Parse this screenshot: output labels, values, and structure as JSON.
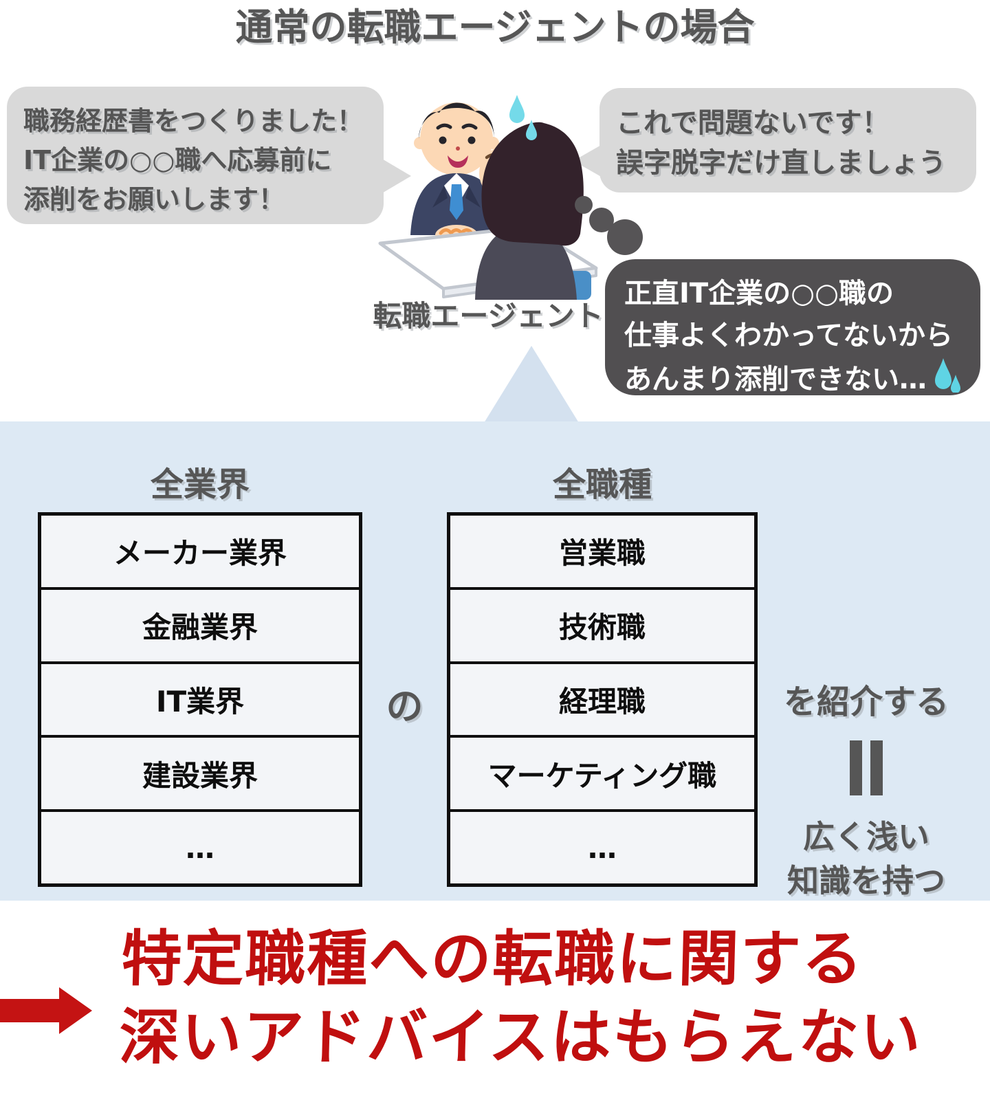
{
  "title": "通常の転職エージェントの場合",
  "scene": {
    "left_bubble": {
      "lines": [
        "職務経歴書をつくりました！",
        "IT企業の○○職へ応募前に",
        "添削をお願いします！"
      ]
    },
    "right_bubble": {
      "lines": [
        "これで問題ないです！",
        "誤字脱字だけ直しましょう"
      ]
    },
    "agent_label": "転職エージェント",
    "thought_bubble": {
      "lines": [
        "正直IT企業の○○職の",
        "仕事よくわかってないから",
        "あんまり添削できない…"
      ],
      "icon": "sweat-drops"
    }
  },
  "matrix": {
    "industries": {
      "header": "全業界",
      "rows": [
        "メーカー業界",
        "金融業界",
        "IT業界",
        "建設業界",
        "…"
      ]
    },
    "jobs": {
      "header": "全職種",
      "rows": [
        "営業職",
        "技術職",
        "経理職",
        "マーケティング職",
        "…"
      ]
    },
    "connector": "の",
    "outcome": {
      "intro": "を紹介する",
      "equals_icon": "vertical-equals",
      "result_lines": [
        "広く浅い",
        "知識を持つ"
      ]
    }
  },
  "conclusion": {
    "lines": [
      "特定職種への転職に関する",
      "深いアドバイスはもらえない"
    ]
  },
  "colors": {
    "heading_gray": "#565656",
    "bubble_gray": "#d9d9d9",
    "dark_bubble": "#514f51",
    "section_blue": "#dde9f4",
    "triangle_blue": "#d4e1ef",
    "table_fill": "#f3f5f8",
    "table_border": "#0e0e0e",
    "accent_red": "#c00f0f",
    "sweat_cyan": "#5fd4e4"
  }
}
